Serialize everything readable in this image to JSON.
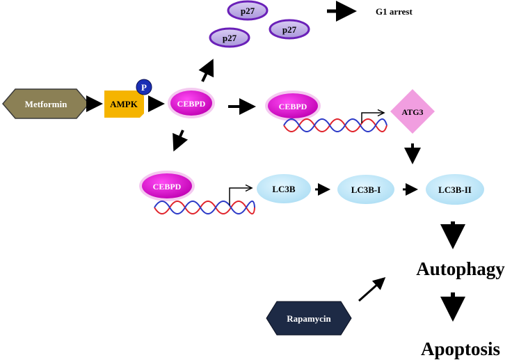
{
  "nodes": {
    "metformin": "Metformin",
    "ampk": "AMPK",
    "phospho": "P",
    "cebpd_main": "CEBPD",
    "cebpd_atg3_promoter": "CEBPD",
    "cebpd_lc3b_promoter": "CEBPD",
    "p27_top": "p27",
    "p27_left": "p27",
    "p27_right": "p27",
    "g1_arrest": "G1 arrest",
    "atg3": "ATG3",
    "lc3b": "LC3B",
    "lc3b_i": "LC3B-I",
    "lc3b_ii": "LC3B-II",
    "autophagy": "Autophagy",
    "rapamycin": "Rapamycin",
    "apoptosis": "Apoptosis"
  },
  "colors": {
    "metformin_fill": "#8b8055",
    "ampk_fill": "#f5b400",
    "phospho_fill": "#1a2fb5",
    "cebpd_fill": "#d20fc6",
    "p27_fill": "#b9a8e2",
    "p27_stroke": "#6a20b8",
    "atg3_fill": "#f19ee0",
    "lc3_fill": "#bfe6f7",
    "rapamycin_fill": "#1d2a45",
    "dna_red": "#e0242c",
    "dna_blue": "#2b39c7"
  }
}
